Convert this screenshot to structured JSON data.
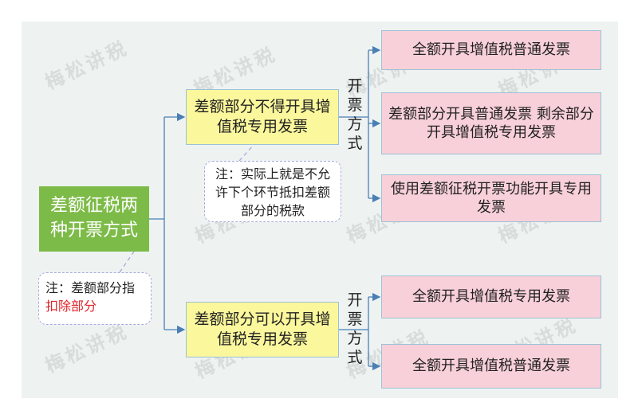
{
  "root": {
    "text": "差额征税两种开票方式"
  },
  "branches": [
    {
      "label": "差额部分不得开具增值税专用发票",
      "method_label": "开票方式",
      "note": "注：实际上就是不允许下个环节抵扣差额部分的税款",
      "leaves": [
        "全额开具增值税普通发票",
        "差额部分开具普通发票 剩余部分开具增值税专用发票",
        "使用差额征税开票功能开具专用发票"
      ]
    },
    {
      "label": "差额部分可以开具增值税专用发票",
      "method_label": "开票方式",
      "leaves": [
        "全额开具增值税专用发票",
        "全额开具增值税普通发票"
      ]
    }
  ],
  "root_note": {
    "prefix": "注：差额部分指",
    "highlight": "扣除部分"
  },
  "watermark": "梅松讲税",
  "colors": {
    "root_fill": "#7dbb48",
    "branch_fill": "#fbf79c",
    "leaf_fill": "#f8d0d9",
    "line": "#4a7fb5",
    "highlight": "#e0242a"
  }
}
